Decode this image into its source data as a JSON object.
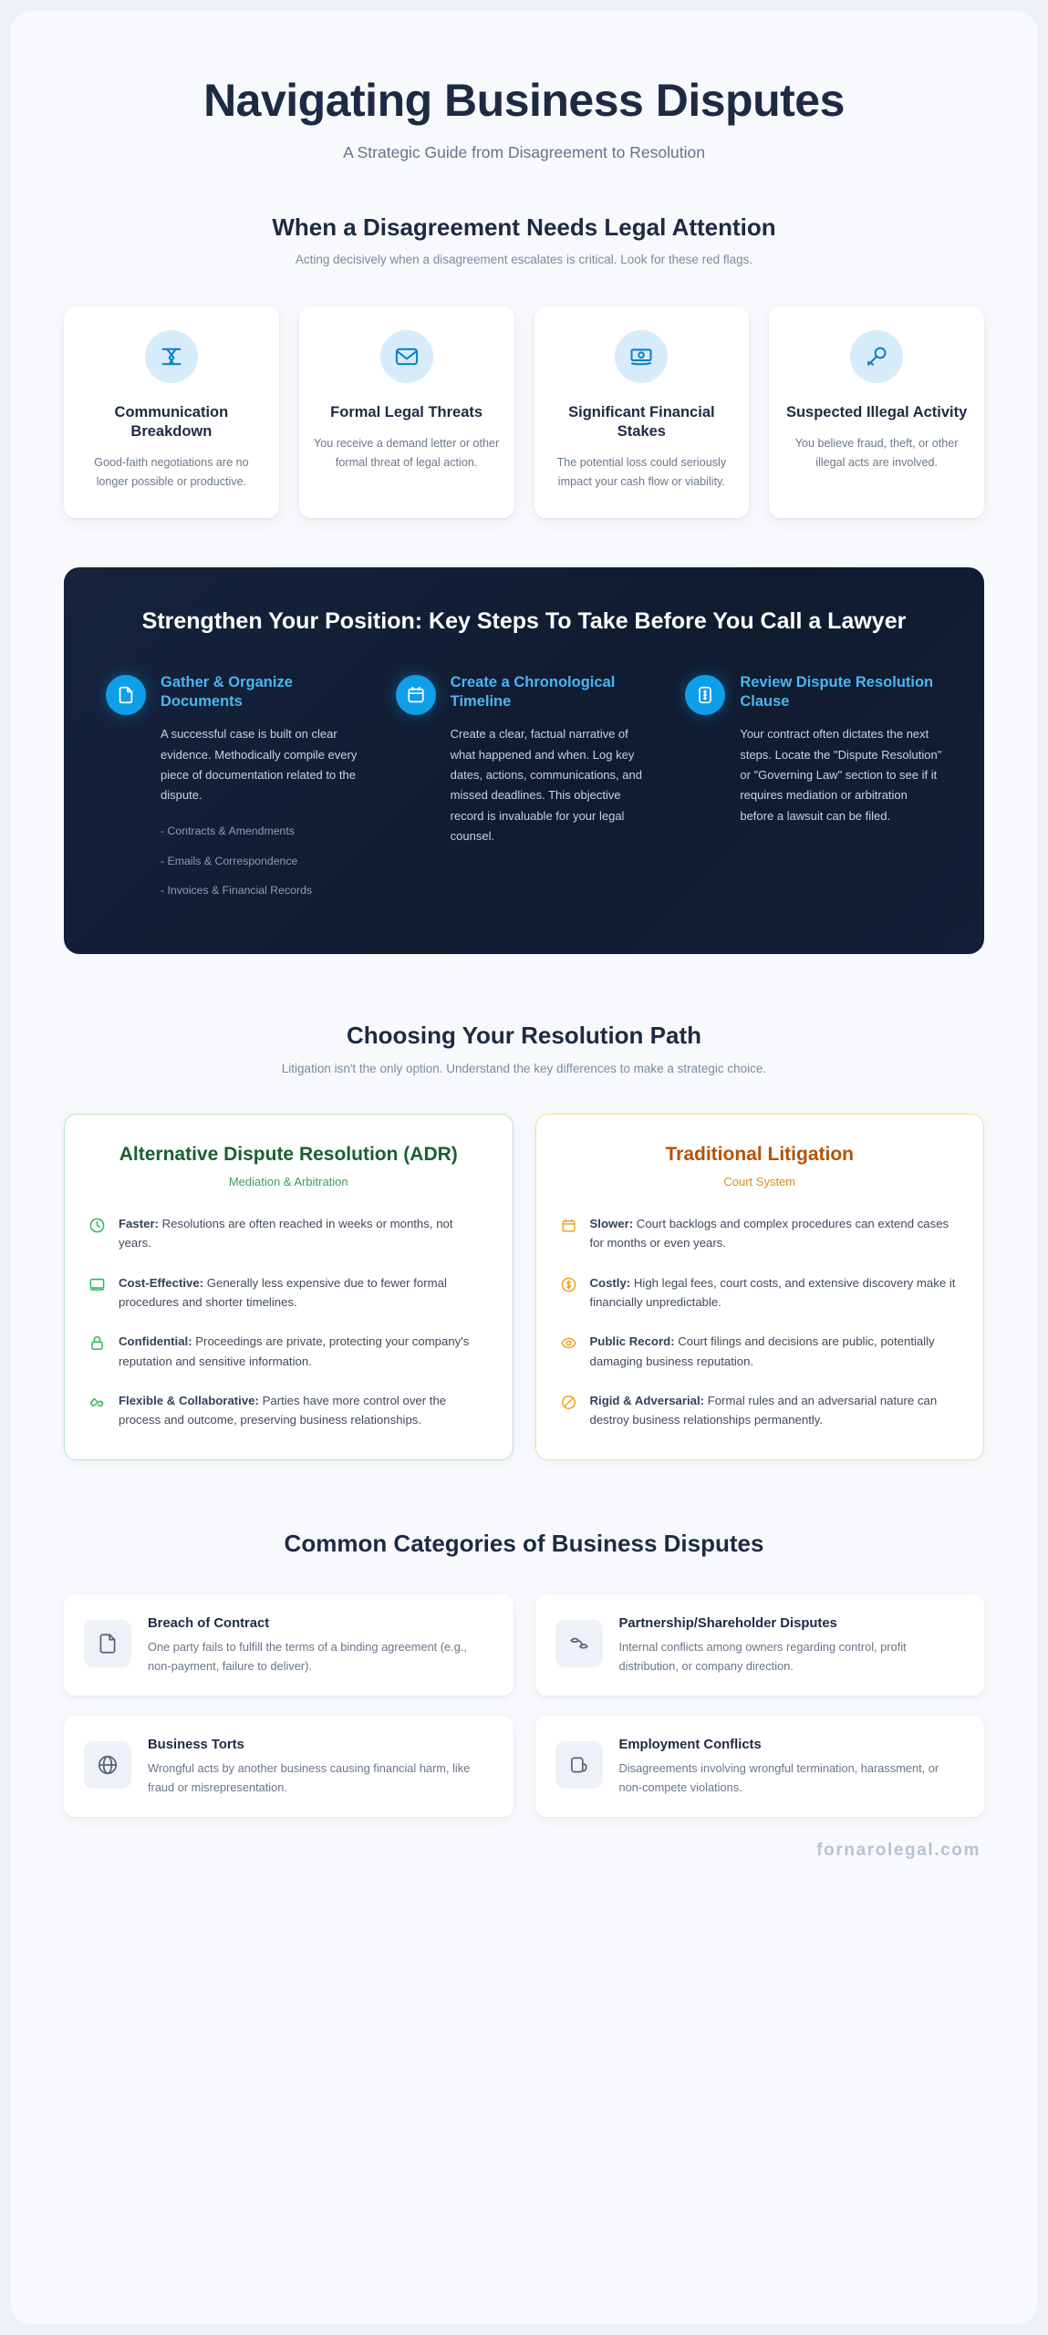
{
  "hero": {
    "title": "Navigating Business Disputes",
    "subtitle": "A Strategic Guide from Disagreement to Resolution"
  },
  "red_flags_section": {
    "title": "When a Disagreement Needs Legal Attention",
    "subtitle": "Acting decisively when a disagreement escalates is critical. Look for these red flags.",
    "cards": [
      {
        "icon": "broken-handshake-icon",
        "title": "Communication Breakdown",
        "desc": "Good-faith negotiations are no longer possible or productive."
      },
      {
        "icon": "envelope-icon",
        "title": "Formal Legal Threats",
        "desc": "You receive a demand letter or other formal threat of legal action."
      },
      {
        "icon": "banknote-icon",
        "title": "Significant Financial Stakes",
        "desc": "The potential loss could seriously impact your cash flow or viability."
      },
      {
        "icon": "key-icon",
        "title": "Suspected Illegal Activity",
        "desc": "You believe fraud, theft, or other illegal acts are involved."
      }
    ]
  },
  "steps_section": {
    "title": "Strengthen Your Position: Key Steps To Take Before You Call a Lawyer",
    "steps": [
      {
        "icon": "document-icon",
        "title": "Gather & Organize Documents",
        "desc": "A successful case is built on clear evidence. Methodically compile every piece of documentation related to the dispute.",
        "bullets": [
          "- Contracts & Amendments",
          "- Emails & Correspondence",
          "- Invoices & Financial Records"
        ]
      },
      {
        "icon": "calendar-icon",
        "title": "Create a Chronological Timeline",
        "desc": "Create a clear, factual narrative of what happened and when. Log key dates, actions, communications, and missed deadlines. This objective record is invaluable for your legal counsel.",
        "bullets": []
      },
      {
        "icon": "clipboard-icon",
        "title": "Review Dispute Resolution Clause",
        "desc": "Your contract often dictates the next steps. Locate the \"Dispute Resolution\" or \"Governing Law\" section to see if it requires mediation or arbitration before a lawsuit can be filed.",
        "bullets": []
      }
    ]
  },
  "paths_section": {
    "title": "Choosing Your Resolution Path",
    "subtitle": "Litigation isn't the only option. Understand the key differences to make a strategic choice.",
    "adr": {
      "title": "Alternative Dispute Resolution (ADR)",
      "subtitle": "Mediation & Arbitration",
      "items": [
        {
          "icon": "clock-icon",
          "label": "Faster:",
          "text": " Resolutions are often reached in weeks or months, not years."
        },
        {
          "icon": "monitor-icon",
          "label": "Cost-Effective:",
          "text": " Generally less expensive due to fewer formal procedures and shorter timelines."
        },
        {
          "icon": "lock-icon",
          "label": "Confidential:",
          "text": " Proceedings are private, protecting your company's reputation and sensitive information."
        },
        {
          "icon": "handshake-icon",
          "label": "Flexible & Collaborative:",
          "text": " Parties have more control over the process and outcome, preserving business relationships."
        }
      ]
    },
    "litigation": {
      "title": "Traditional Litigation",
      "subtitle": "Court System",
      "items": [
        {
          "icon": "calendar-icon",
          "label": "Slower:",
          "text": " Court backlogs and complex procedures can extend cases for months or even years."
        },
        {
          "icon": "dollar-coin-icon",
          "label": "Costly:",
          "text": " High legal fees, court costs, and extensive discovery make it financially unpredictable."
        },
        {
          "icon": "eye-icon",
          "label": "Public Record:",
          "text": " Court filings and decisions are public, potentially damaging business reputation."
        },
        {
          "icon": "no-entry-icon",
          "label": "Rigid & Adversarial:",
          "text": " Formal rules and an adversarial nature can destroy business relationships permanently."
        }
      ]
    }
  },
  "categories_section": {
    "title": "Common Categories of Business Disputes",
    "cards": [
      {
        "icon": "document-icon",
        "title": "Breach of Contract",
        "desc": "One party fails to fulfill the terms of a binding agreement (e.g., non-payment, failure to deliver)."
      },
      {
        "icon": "partnership-icon",
        "title": "Partnership/Shareholder Disputes",
        "desc": "Internal conflicts among owners regarding control, profit distribution, or company direction."
      },
      {
        "icon": "globe-icon",
        "title": "Business Torts",
        "desc": "Wrongful acts by another business causing financial harm, like fraud or misrepresentation."
      },
      {
        "icon": "briefcase-icon",
        "title": "Employment Conflicts",
        "desc": "Disagreements involving wrongful termination, harassment, or non-compete violations."
      }
    ]
  },
  "footer": {
    "brand": "fornarolegal.com"
  },
  "colors": {
    "ink": "#1e2a44",
    "accent_blue": "#0e9fe8",
    "adr_green": "#19612f",
    "litigation_orange": "#b35309",
    "page_bg": "#f7f9fc"
  }
}
